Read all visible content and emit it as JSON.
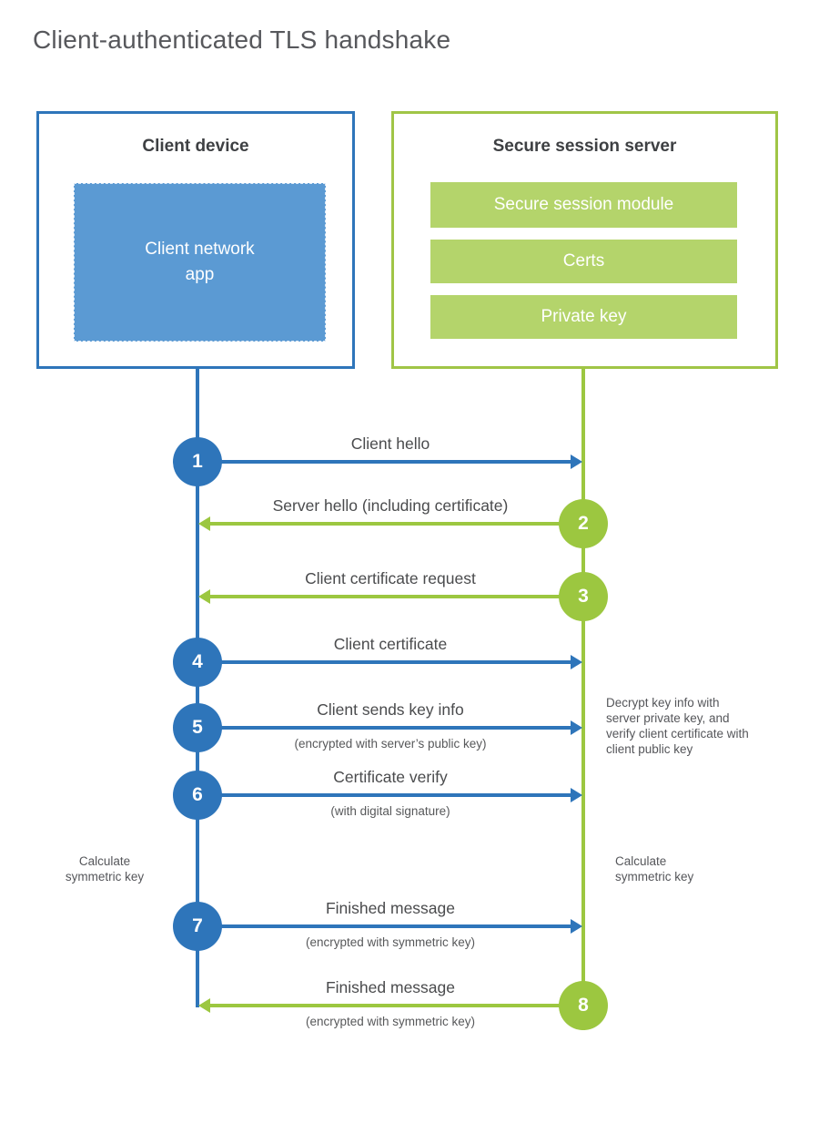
{
  "title": "Client-authenticated TLS handshake",
  "client": {
    "title": "Client device",
    "app": "Client network app"
  },
  "server": {
    "title": "Secure session server",
    "modules": [
      "Secure session module",
      "Certs",
      "Private key"
    ]
  },
  "steps": [
    {
      "num": "1",
      "direction": "client-to-server",
      "label": "Client hello",
      "sublabel": ""
    },
    {
      "num": "2",
      "direction": "server-to-client",
      "label": "Server hello (including certificate)",
      "sublabel": ""
    },
    {
      "num": "3",
      "direction": "server-to-client",
      "label": "Client certificate request",
      "sublabel": ""
    },
    {
      "num": "4",
      "direction": "client-to-server",
      "label": "Client certificate",
      "sublabel": ""
    },
    {
      "num": "5",
      "direction": "client-to-server",
      "label": "Client sends key info",
      "sublabel": "(encrypted with server’s public key)"
    },
    {
      "num": "6",
      "direction": "client-to-server",
      "label": "Certificate verify",
      "sublabel": "(with digital signature)"
    },
    {
      "num": "7",
      "direction": "client-to-server",
      "label": "Finished message",
      "sublabel": "(encrypted with symmetric key)"
    },
    {
      "num": "8",
      "direction": "server-to-client",
      "label": "Finished message",
      "sublabel": "(encrypted with symmetric key)"
    }
  ],
  "annotations": {
    "decrypt_note": "Decrypt key info with server private key, and verify client certificate with client public key",
    "calculate_left": "Calculate symmetric key",
    "calculate_right": "Calculate symmetric key"
  },
  "colors": {
    "blue": "#2e75ba",
    "blue_fill": "#5b9ad3",
    "green": "#9cc740",
    "green_border": "#a0c546",
    "green_fill": "#b4d46b"
  }
}
